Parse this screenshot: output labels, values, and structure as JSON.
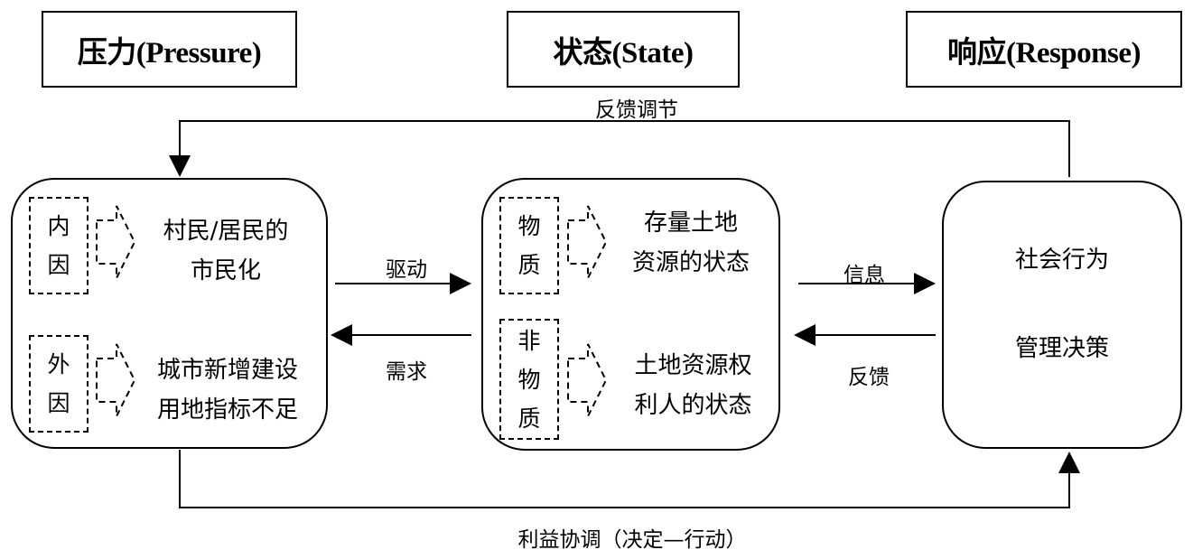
{
  "headers": {
    "pressure": "压力(Pressure)",
    "state": "状态(State)",
    "response": "响应(Response)"
  },
  "pressure_box": {
    "internal": {
      "tag_lines": [
        "内",
        "因"
      ],
      "text_lines": [
        "村民/居民的",
        "市民化"
      ]
    },
    "external": {
      "tag_lines": [
        "外",
        "因"
      ],
      "text_lines": [
        "城市新增建设",
        "用地指标不足"
      ]
    }
  },
  "state_box": {
    "material": {
      "tag_lines": [
        "物",
        "质"
      ],
      "text_lines": [
        "存量土地",
        "资源的状态"
      ]
    },
    "non_material": {
      "tag_lines": [
        "非",
        "物",
        "质"
      ],
      "text_lines": [
        "土地资源权",
        "利人的状态"
      ]
    }
  },
  "response_box": {
    "lines": [
      "社会行为",
      "管理决策"
    ]
  },
  "arrows": {
    "drive": "驱动",
    "demand": "需求",
    "information": "信息",
    "feedback": "反馈",
    "feedback_regulation": "反馈调节",
    "interest_coordination": "利益协调（决定—行动）"
  }
}
